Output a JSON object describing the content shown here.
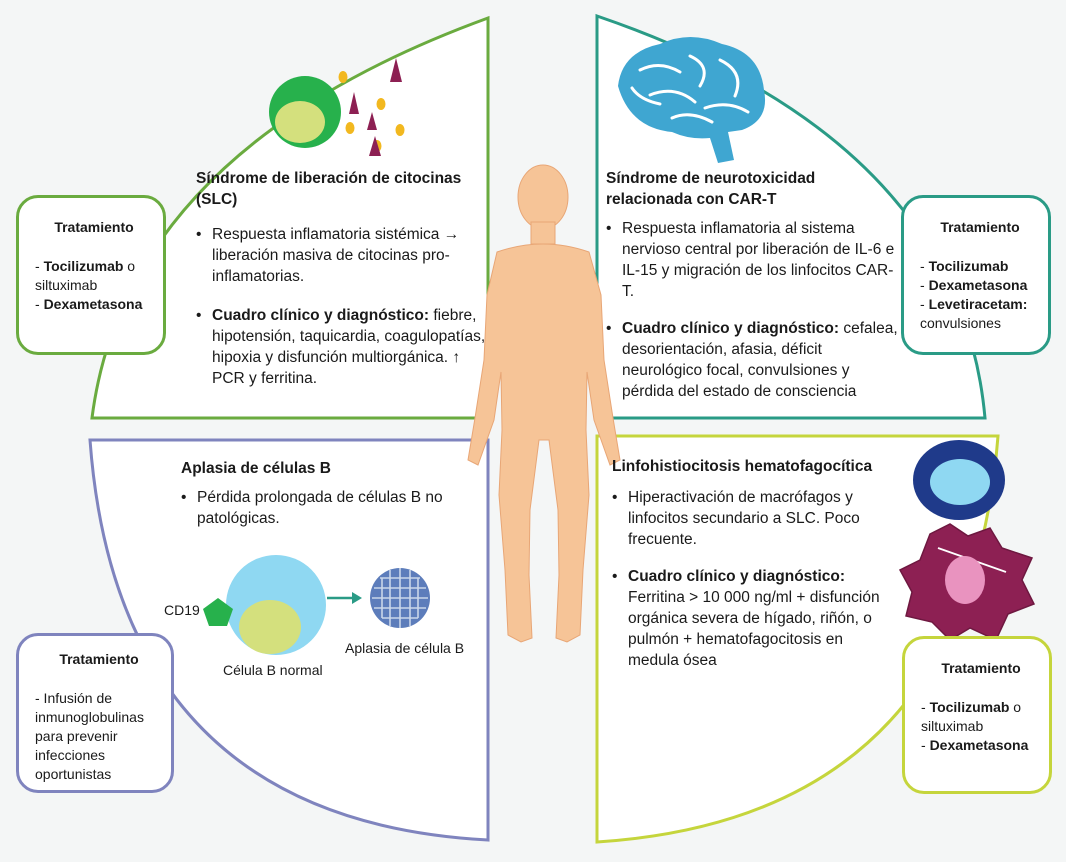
{
  "colors": {
    "green": "#6aab3f",
    "teal": "#2a9b86",
    "purple": "#7f84be",
    "lime": "#c5d53c",
    "skin": "#f6c497",
    "brain": "#3fa6d1",
    "cell_green": "#27b14c",
    "cell_inner": "#d4e07d",
    "dark_navy": "#1f3a8a",
    "light_blue": "#8fd8f2",
    "magenta": "#8d2053",
    "pink": "#e993bf",
    "gold": "#f2b81f"
  },
  "quadrants": {
    "slc": {
      "title": "Síndrome de liberación de citocinas (SLC)",
      "bullet1": "Respuesta inflamatoria sistémica → liberación masiva de citocinas pro-inflamatorias.",
      "bullet2_label": "Cuadro clínico y diagnóstico:",
      "bullet2_text": "fiebre, hipotensión, taquicardia, coagulopatías, hipoxia y disfunción multiorgánica.  ↑ PCR y ferritina."
    },
    "neuro": {
      "title": "Síndrome de neurotoxicidad relacionada con CAR-T",
      "bullet1": "Respuesta inflamatoria al sistema nervioso central por liberación de IL-6 e IL-15 y migración de los linfocitos CAR-T.",
      "bullet2_label": "Cuadro clínico y diagnóstico:",
      "bullet2_text": "cefalea, desorientación, afasia, déficit neurológico focal, convulsiones y pérdida del estado de consciencia"
    },
    "aplasia": {
      "title": "Aplasia de células B",
      "bullet1": "Pérdida prolongada de células B no patológicas.",
      "cd19_label": "CD19",
      "normal_cell_label": "Célula B normal",
      "aplasia_cell_label": "Aplasia de célula B"
    },
    "hlh": {
      "title": "Linfohistiocitosis hematofagocítica",
      "bullet1": "Hiperactivación de macrófagos y linfocitos secundario a SLC. Poco frecuente.",
      "bullet2_label": "Cuadro clínico y diagnóstico:",
      "bullet2_text": "Ferritina > 10 000 ng/ml + disfunción orgánica severa de hígado, riñón, o pulmón + hematofagocitosis en medula ósea"
    }
  },
  "treatments": {
    "slc": {
      "title": "Tratamiento",
      "l1_bold": "Tocilizumab",
      "l1_rest": " o siltuximab",
      "l2_bold": "Dexametasona"
    },
    "neuro": {
      "title": "Tratamiento",
      "l1_bold": "Tocilizumab",
      "l2_bold": "Dexametasona",
      "l3_bold": "Levetiracetam:",
      "l3_rest": " convulsiones"
    },
    "aplasia": {
      "title": "Tratamiento",
      "text": "- Infusión de inmunoglobulinas para prevenir infecciones oportunistas"
    },
    "hlh": {
      "title": "Tratamiento",
      "l1_bold": "Tocilizumab",
      "l1_rest": " o siltuximab",
      "l2_bold": "Dexametasona"
    }
  }
}
